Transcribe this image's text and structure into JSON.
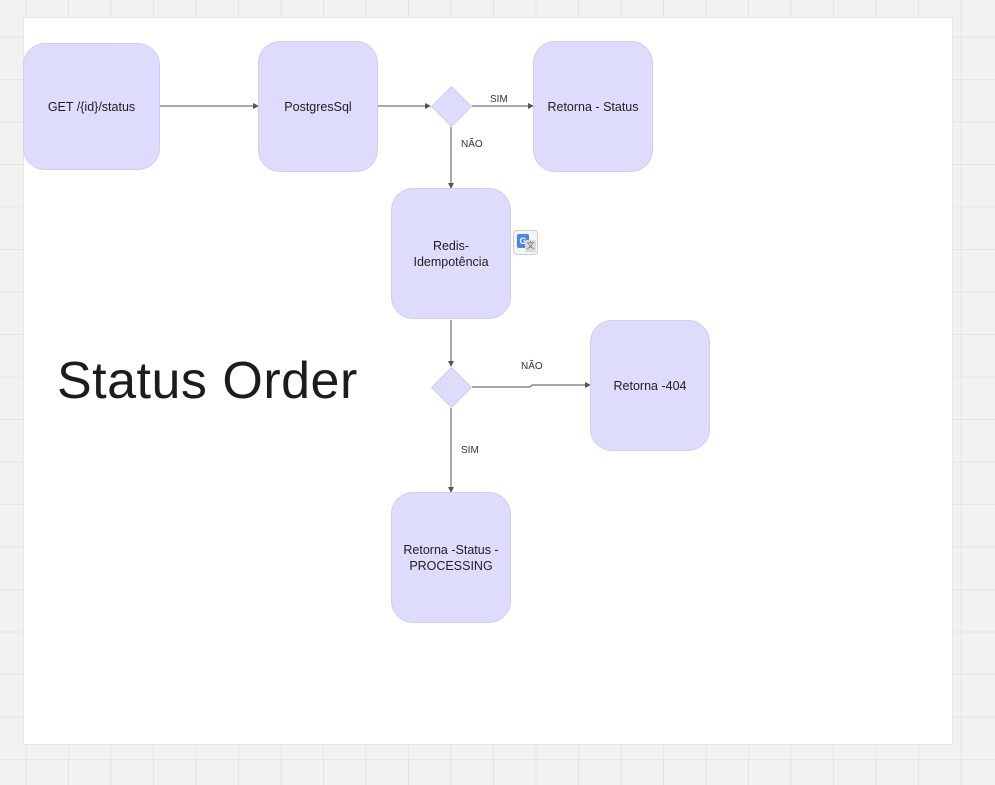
{
  "diagram": {
    "title": "Status Order",
    "nodes": {
      "get": "GET /{id}/status",
      "postgres": "PostgresSql",
      "retorna_status": "Retorna - Status",
      "redis": "Redis-\nIdempotência",
      "retorna_404": "Retorna -404",
      "retorna_processing": "Retorna -Status -\nPROCESSING"
    },
    "edge_labels": {
      "sim_top": "SIM",
      "nao_down": "NÃO",
      "nao_right": "NÃO",
      "sim_down": "SIM"
    },
    "colors": {
      "node_fill": "#dedcfd",
      "node_border": "#cfcdf0",
      "edge": "#555555",
      "canvas": "#ffffff"
    }
  },
  "widgets": {
    "translate_badge": {
      "g_glyph": "G",
      "t_glyph": "文",
      "icon": "google-translate-icon"
    }
  }
}
